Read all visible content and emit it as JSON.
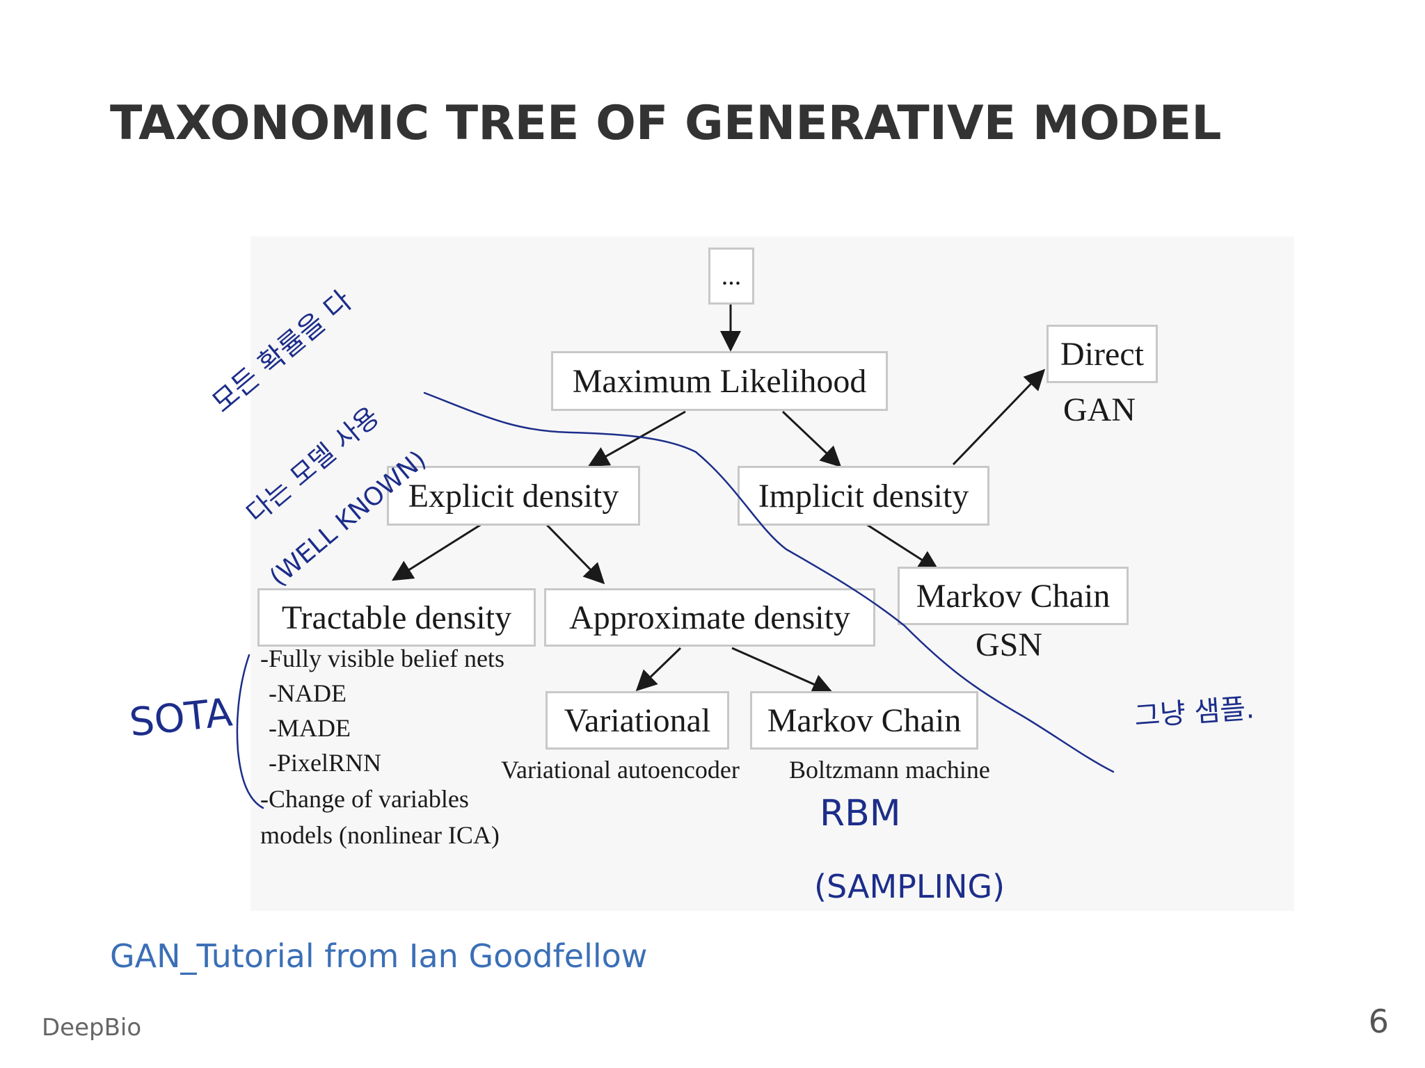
{
  "slide": {
    "title": "TAXONOMIC TREE OF GENERATIVE MODEL",
    "caption": "GAN_Tutorial from Ian Goodfellow",
    "footer_brand": "DeepBio",
    "page_number": "6"
  },
  "diagram": {
    "root": "...",
    "maximum_likelihood": "Maximum Likelihood",
    "explicit_density": "Explicit density",
    "implicit_density": "Implicit density",
    "direct": "Direct",
    "direct_sub": "GAN",
    "tractable_density": "Tractable density",
    "tractable_items": [
      "-Fully visible belief nets",
      "-NADE",
      "-MADE",
      "-PixelRNN",
      "-Change of variables",
      "models (nonlinear ICA)"
    ],
    "approximate_density": "Approximate density",
    "markov_chain_implicit": "Markov Chain",
    "markov_chain_implicit_sub": "GSN",
    "variational": "Variational",
    "variational_sub": "Variational autoencoder",
    "markov_chain_approx": "Markov Chain",
    "markov_chain_approx_sub": "Boltzmann machine"
  },
  "annotations": {
    "sota": "SOTA",
    "rbm": "RBM",
    "sampling": "(SAMPLING)",
    "korean_left_1": "모든 확률을 다",
    "korean_left_2": "다는 모델 사용",
    "korean_left_3": "(WELL KNOWN)",
    "korean_right": "그냥 샘플."
  },
  "colors": {
    "title": "#333333",
    "caption": "#3b6fb6",
    "ink": "#1c2d8a",
    "box_border": "#c8c8c8"
  }
}
